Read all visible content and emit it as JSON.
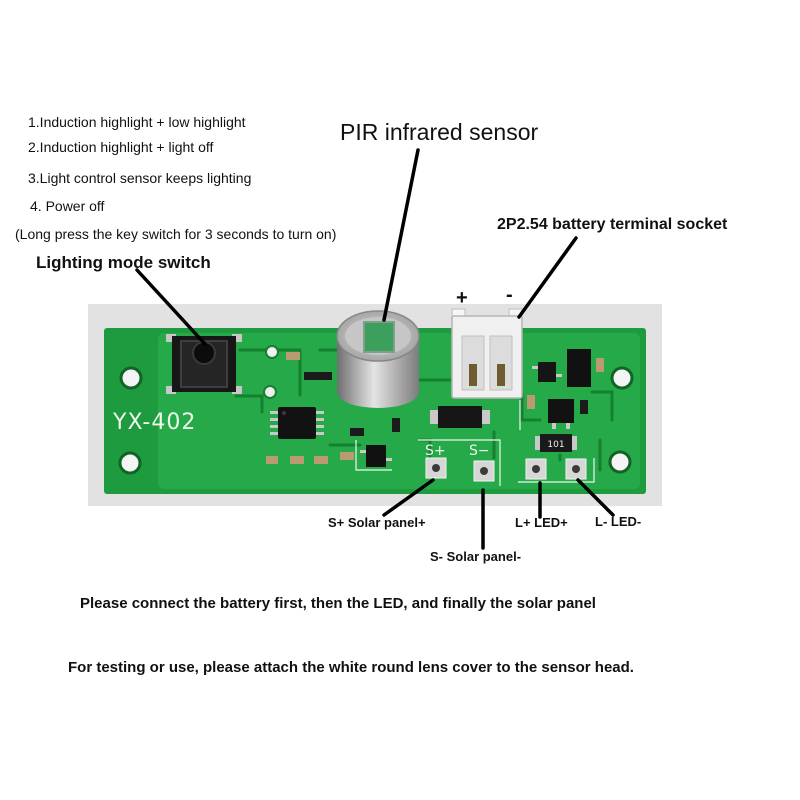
{
  "mode_list": {
    "items": [
      "1.Induction highlight + low highlight",
      "2.Induction highlight + light off",
      "3.Light control sensor keeps lighting",
      "4. Power off"
    ],
    "note": "(Long press the key switch for 3 seconds to turn on)"
  },
  "callouts": {
    "switch": "Lighting mode switch",
    "pir": "PIR infrared sensor",
    "battery_socket": "2P2.54 battery terminal socket",
    "battery_plus": "+",
    "battery_minus": "-",
    "s_plus": "S+ Solar panel+",
    "s_minus": "S- Solar panel-",
    "l_plus": "L+ LED+",
    "l_minus": "L- LED-"
  },
  "board": {
    "model": "YX-402",
    "pad_s_plus": "S+",
    "pad_s_minus": "S−",
    "resistor_code": "101"
  },
  "instructions": [
    "Please connect the battery first, then the LED, and finally the solar panel",
    "For testing or use, please attach the white round lens cover to the sensor head."
  ],
  "colors": {
    "pcb_green": "#1d9b3e",
    "text": "#111111",
    "background": "#ffffff",
    "sensor_window": "#3c9f5c"
  }
}
